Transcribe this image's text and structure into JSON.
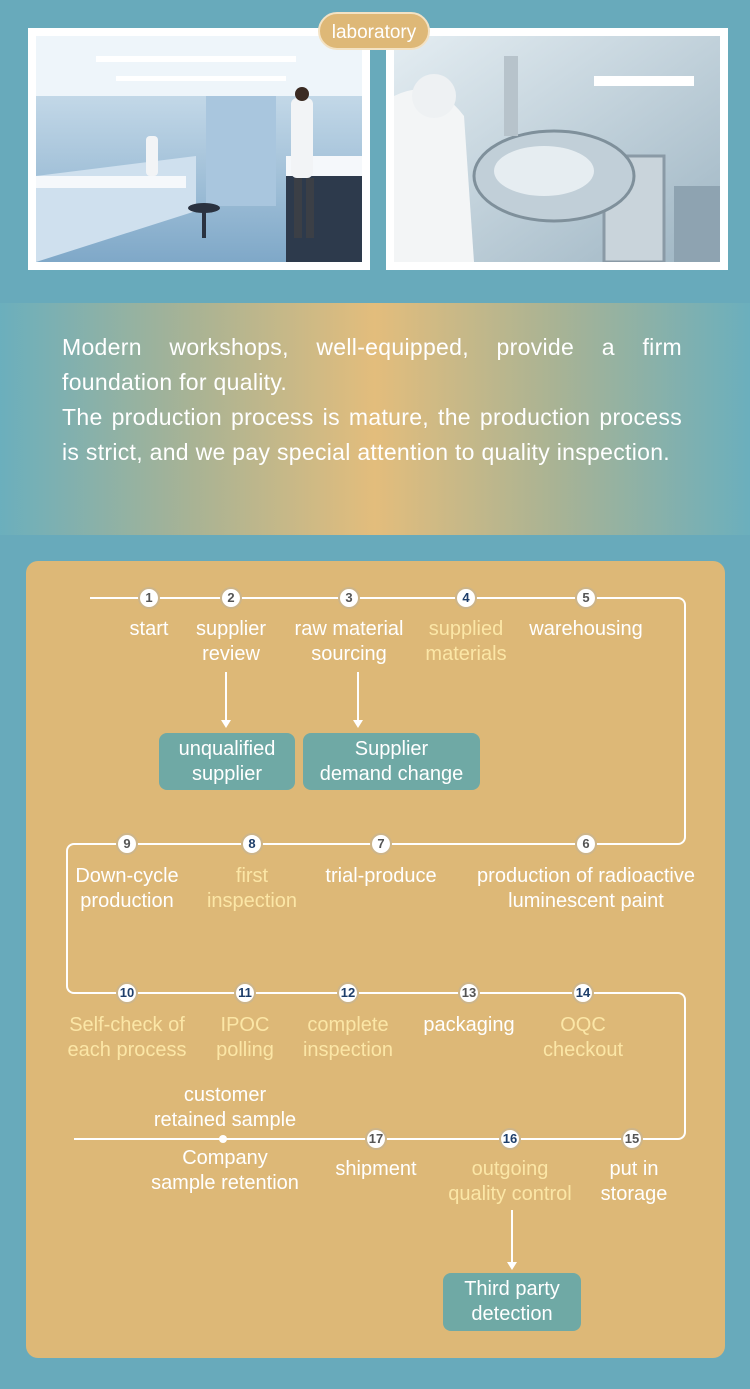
{
  "header": {
    "badge": "laboratory"
  },
  "description": {
    "p1": "Modern workshops, well-equipped, provide a firm foundation for quality.",
    "p2": "The production process is mature, the production process is strict, and we pay special attention to quality inspection."
  },
  "process": {
    "steps": [
      {
        "num": "1",
        "label": "start"
      },
      {
        "num": "2",
        "label": "supplier\nreview"
      },
      {
        "num": "3",
        "label": "raw material\nsourcing"
      },
      {
        "num": "4",
        "label": "supplied\nmaterials"
      },
      {
        "num": "5",
        "label": "warehousing"
      },
      {
        "num": "6",
        "label": "production of radioactive\nluminescent paint"
      },
      {
        "num": "7",
        "label": "trial-produce"
      },
      {
        "num": "8",
        "label": "first\ninspection"
      },
      {
        "num": "9",
        "label": "Down-cycle\nproduction"
      },
      {
        "num": "10",
        "label": "Self-check of\neach process"
      },
      {
        "num": "11",
        "label": "IPOC\npolling"
      },
      {
        "num": "12",
        "label": "complete\ninspection"
      },
      {
        "num": "13",
        "label": "packaging"
      },
      {
        "num": "14",
        "label": "OQC\ncheckout"
      },
      {
        "num": "15",
        "label": "put in\nstorage"
      },
      {
        "num": "16",
        "label": "outgoing\nquality control"
      },
      {
        "num": "17",
        "label": "shipment"
      }
    ],
    "boxes": {
      "unqualified": "unqualified\nsupplier",
      "demand_change": "Supplier\ndemand change",
      "third_party": "Third party\ndetection"
    },
    "retention": {
      "customer": "customer\nretained sample",
      "company": "Company\nsample retention"
    }
  },
  "colors": {
    "background": "#68aabb",
    "panel": "#ddb877",
    "box": "#6fa9a5",
    "highlight_text": "#fbe6a6"
  }
}
